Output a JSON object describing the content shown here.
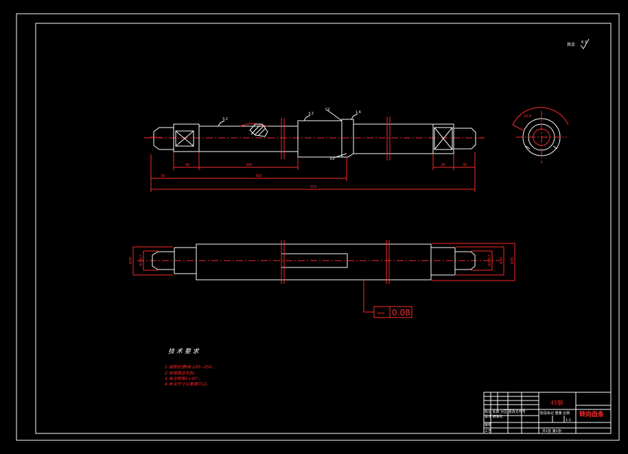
{
  "drawing": {
    "roughness_corner": "其余",
    "roughness_corner_value": "6.3",
    "front_view": {
      "dims": {
        "total_length": "555",
        "left_seg": "30",
        "mid_seg": "300",
        "inner_a": "40",
        "inner_b": "280",
        "right_a": "28",
        "right_b": "30"
      },
      "annotations": {
        "chamfer": "C2",
        "roughness_left": "3.2",
        "roughness_mid": "3.2",
        "roughness_right": "1.6",
        "radius": "R2"
      }
    },
    "section_view": {
      "annotation": "10.8"
    },
    "bottom_view": {
      "left_dims": [
        "Φ30",
        "Φ30h7"
      ],
      "right_dims": [
        "Φ30h7",
        "Φ30",
        "Φ35"
      ]
    },
    "tolerance_frame": {
      "symbol": "—",
      "value": "0.08"
    },
    "tech_requirements": {
      "title": "技 术 要 求",
      "items": [
        "1.调质处理HB 220~250。",
        "2.去除锐边毛刺。",
        "3.未注倒角1×45°。",
        "4.未注尺寸公差按IT12。"
      ]
    },
    "title_block": {
      "material": "45钢",
      "part_name": "转向齿条",
      "scale_label": "比例",
      "scale_value": "1:1",
      "sheet_info": "共1张  第1张",
      "rows": [
        "标记 处数 分区 更改文件号",
        "设计 标准化",
        "审核",
        "工艺"
      ],
      "mid_labels": "阶段标记  重量  比例"
    }
  }
}
